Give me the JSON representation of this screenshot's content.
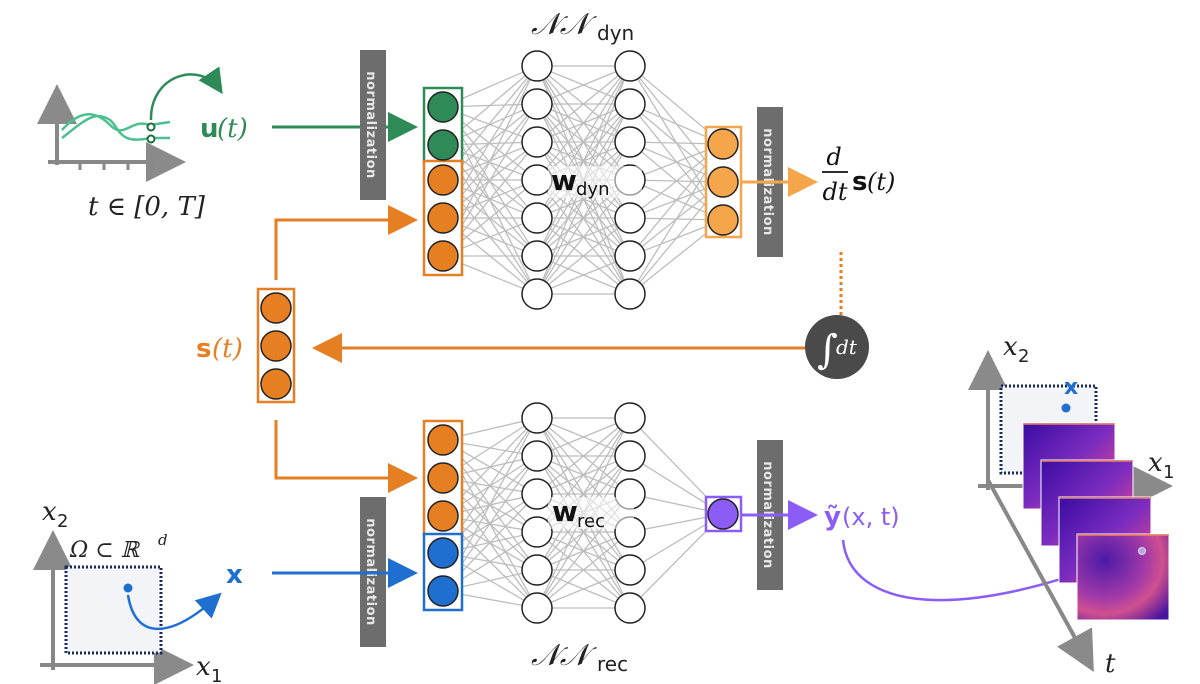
{
  "colors": {
    "green": "#2e8b57",
    "green_line": "#4cc08f",
    "orange": "#e67e22",
    "orange_light": "#f5a54a",
    "blue": "#1f6fd1",
    "purple": "#8b5cf6",
    "gray_box": "#6d6d6d",
    "edge": "#bdbdbd",
    "integrator": "#4a4a4a"
  },
  "inputs": {
    "control": {
      "label_main": "u",
      "label_arg": "(t)",
      "domain_label": "t ∈ [0, T]"
    },
    "space": {
      "axis_x": "x",
      "axis_x_sub": "1",
      "axis_y": "x",
      "axis_y_sub": "2",
      "domain_label": "Ω ⊂ ℝ",
      "domain_sup": "d",
      "point_label": "x"
    }
  },
  "normalization_label": "normalization",
  "networks": {
    "dynamics": {
      "title_main": "𝒩𝒩",
      "title_sub": "dyn",
      "weights_main": "w",
      "weights_sub": "dyn",
      "input_green": 2,
      "input_orange": 3,
      "hidden_layers": [
        7,
        7
      ],
      "outputs": 3
    },
    "reconstruction": {
      "title_main": "𝒩𝒩",
      "title_sub": "rec",
      "weights_main": "w",
      "weights_sub": "rec",
      "input_orange": 3,
      "input_blue": 2,
      "hidden_layers": [
        6,
        6
      ],
      "outputs": 1
    }
  },
  "state": {
    "label_main": "s",
    "label_arg": "(t)",
    "nodes": 3
  },
  "derivative": {
    "numerator": "d",
    "denominator": "dt",
    "label_main": "s",
    "label_arg": "(t)"
  },
  "integrator": {
    "symbol": "∫",
    "label": "dt"
  },
  "output": {
    "label_main": "ỹ",
    "label_arg": "(x, t)"
  },
  "field_plot": {
    "axis_x": "x",
    "axis_x_sub": "1",
    "axis_y": "x",
    "axis_y_sub": "2",
    "axis_t": "t",
    "point_label": "x",
    "frames": 4
  }
}
